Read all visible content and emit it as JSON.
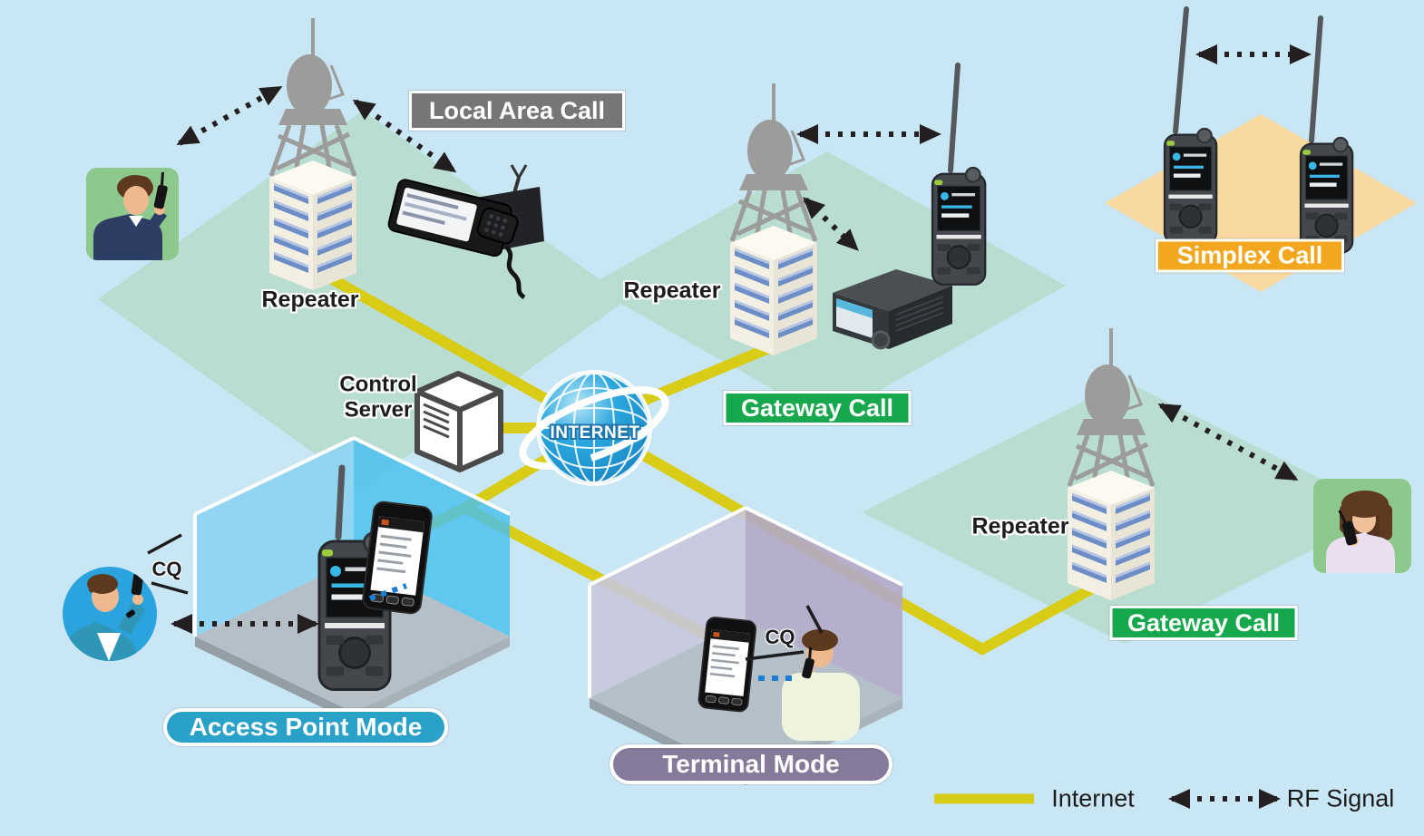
{
  "colors": {
    "background": "#c9e6f5",
    "area-green": "#b9ddd0",
    "area-orange": "#f8d9a1",
    "internet-line": "#d8cc16",
    "label-gray": "#767676",
    "label-green": "#17a84e",
    "label-orange": "#f2a71f",
    "label-teal": "#2aa1c8",
    "label-purple": "#867a9a",
    "room-blue-left": "#8fd4f1",
    "room-blue-back": "#49bfee",
    "room-purple-left": "#c8c7dc",
    "room-purple-back": "#b3a8c8",
    "room-floor": "#b4bfc7",
    "globe-blue": "#1f9cd8",
    "building-face": "#f3f0e3",
    "building-side": "#e9e5d6",
    "window-blue": "#6d8dc6",
    "tower-gray": "#9c9c9a",
    "rf-black": "#231f20",
    "person-square-green": "#8dc88c",
    "person-circle-blue": "#2aa3df"
  },
  "labels": {
    "local_area_call": "Local Area Call",
    "gateway_call_mid": "Gateway Call",
    "gateway_call_right": "Gateway Call",
    "simplex_call": "Simplex Call",
    "access_point_mode": "Access Point Mode",
    "terminal_mode": "Terminal Mode",
    "repeater_local": "Repeater",
    "repeater_mid": "Repeater",
    "repeater_right": "Repeater",
    "control_server": "Control\nServer",
    "internet_globe": "INTERNET",
    "cq_access_point": "CQ",
    "cq_terminal": "CQ"
  },
  "legend": {
    "internet_label": "Internet",
    "rf_signal_label": "RF Signal"
  },
  "icons": {
    "internet-globe-icon": "blue globe with white grid and orbit ring",
    "repeater-tower-icon": "building with lattice tower and dish antenna",
    "control-server-icon": "white 3D server box",
    "handheld-radio-icon": "handheld transceiver with whip antenna",
    "mobile-radio-icon": "mobile transceiver with hand microphone",
    "base-station-radio-icon": "desktop transceiver",
    "smartphone-icon": "smartphone",
    "operator-man-icon": "man talking on handheld radio",
    "operator-woman-icon": "woman talking on handheld radio",
    "internet-line": "solid yellow line",
    "rf-signal-arrow": "black dashed double-headed arrow"
  }
}
